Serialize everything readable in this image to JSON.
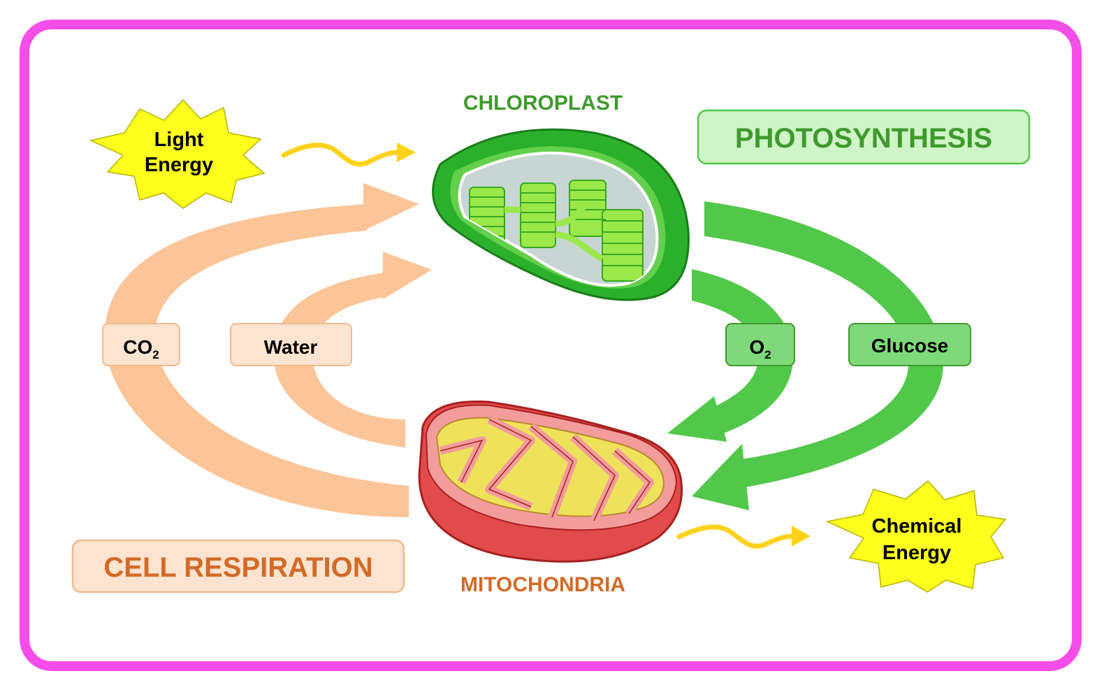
{
  "title_photosynthesis": "PHOTOSYNTHESIS",
  "title_cell_respiration": "CELL RESPIRATION",
  "organelles": {
    "chloroplast": "CHLOROPLAST",
    "mitochondria": "MITOCHONDRIA"
  },
  "energy": {
    "light_line1": "Light",
    "light_line2": "Energy",
    "chemical_line1": "Chemical",
    "chemical_line2": "Energy"
  },
  "inputs_to_chloroplast": {
    "co2_main": "CO",
    "co2_sub": "2",
    "water": "Water"
  },
  "outputs_of_chloroplast": {
    "o2_main": "O",
    "o2_sub": "2",
    "glucose": "Glucose"
  },
  "colors": {
    "frame": "#f54ee8",
    "respiration_orange": "#d36a28",
    "respiration_arrow": "#fbc598",
    "photosynthesis_green": "#3e9a2c",
    "photosynthesis_arrow": "#52c84a",
    "energy_star": "#ffff1e",
    "wave_arrow": "#ffd21c"
  },
  "icons": [
    "starburst-icon",
    "wavy-arrow-icon",
    "chloroplast-icon",
    "mitochondrion-icon"
  ]
}
